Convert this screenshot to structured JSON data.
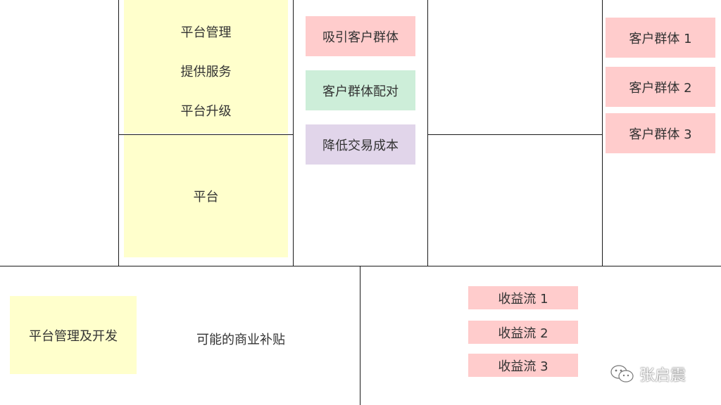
{
  "key_activities": {
    "items": [
      "平台管理",
      "提供服务",
      "平台升级"
    ]
  },
  "key_resources": {
    "label": "平台"
  },
  "value_propositions": {
    "items": [
      {
        "label": "吸引客户群体",
        "color": "#ffcccc"
      },
      {
        "label": "客户群体配对",
        "color": "#cdeed9"
      },
      {
        "label": "降低交易成本",
        "color": "#e1d5ea"
      }
    ]
  },
  "customer_segments": {
    "items": [
      "客户群体 1",
      "客户群体 2",
      "客户群体 3"
    ]
  },
  "cost_structure": {
    "sticky": "平台管理及开发",
    "text": "可能的商业补贴"
  },
  "revenue_streams": {
    "items": [
      "收益流 1",
      "收益流 2",
      "收益流 3"
    ]
  },
  "watermark": {
    "author": "张启震",
    "icon": "wechat-icon"
  },
  "colors": {
    "yellow_sticky": "#ffffcc",
    "pink_sticky": "#ffcccc",
    "green_sticky": "#cdeed9",
    "purple_sticky": "#e1d5ea",
    "grid_line": "#1a1a1a"
  }
}
